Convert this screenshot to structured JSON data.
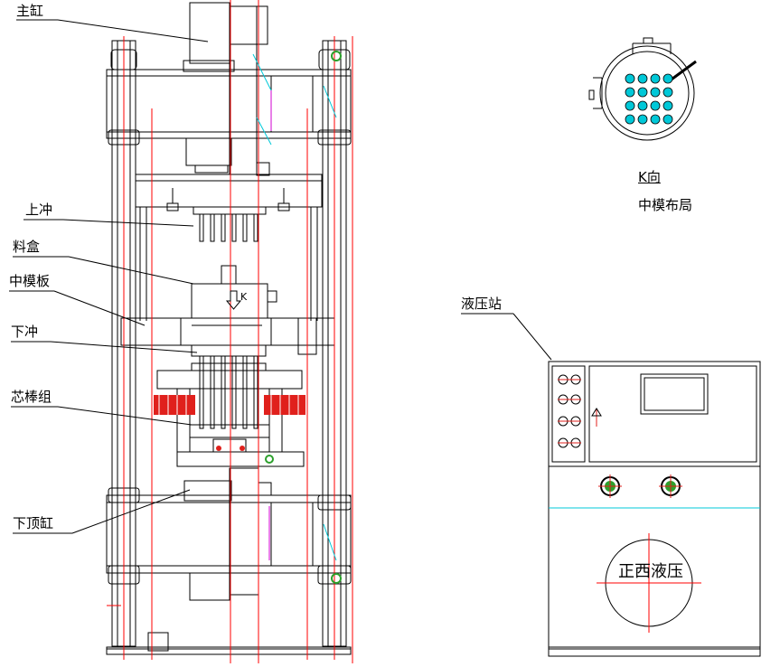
{
  "labels": {
    "main_cylinder": "主缸",
    "upper_punch": "上冲",
    "material_box": "料盒",
    "middle_die_plate": "中模板",
    "lower_punch": "下冲",
    "core_rod_group": "芯棒组",
    "lower_ejector_cylinder": "下顶缸",
    "hydraulic_station": "液压站",
    "k_direction": "K向",
    "middle_die_layout": "中模布局",
    "brand": "正西液压",
    "k_arrow": "K"
  },
  "colors": {
    "line": "#000000",
    "centerline": "#ff0000",
    "hatch": "#e0201c",
    "accent_cyan": "#00c8d8",
    "accent_green": "#2ca02c",
    "accent_magenta": "#d000d0"
  }
}
